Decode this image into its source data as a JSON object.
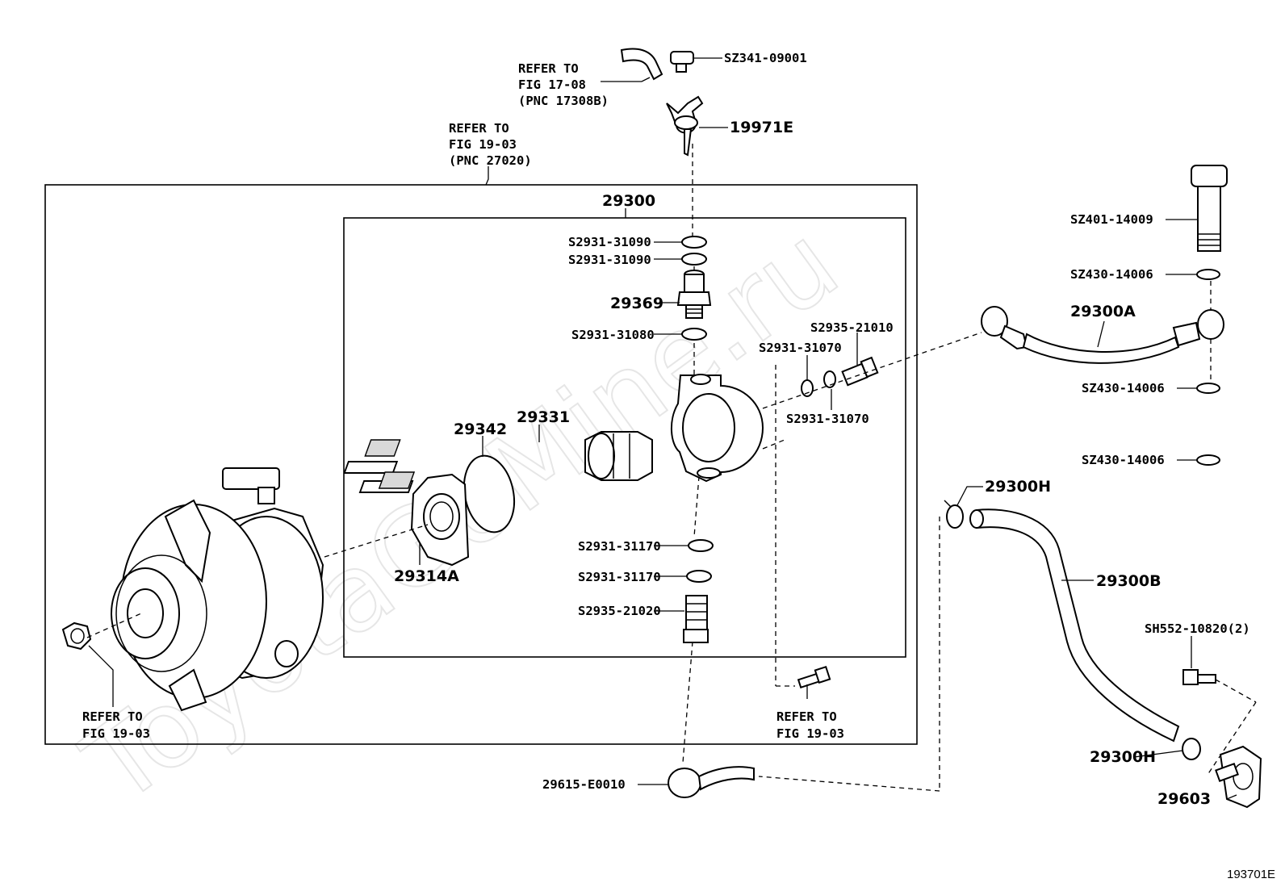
{
  "watermark": "ToyotaGoMine.ru",
  "figure_code": "193701E",
  "labels": {
    "sz341_09001": "SZ341-09001",
    "refer_17_08": [
      "REFER TO",
      "FIG 17-08",
      "(PNC 17308B)"
    ],
    "p19971e": "19971E",
    "refer_19_03_pnc": [
      "REFER TO",
      "FIG 19-03",
      "(PNC 27020)"
    ],
    "p29300": "29300",
    "s2931_31090_a": "S2931-31090",
    "s2931_31090_b": "S2931-31090",
    "p29369": "29369",
    "s2931_31080": "S2931-31080",
    "s2935_21010": "S2935-21010",
    "s2931_31070_a": "S2931-31070",
    "s2931_31070_b": "S2931-31070",
    "p29342": "29342",
    "p29331": "29331",
    "p29314a": "29314A",
    "s2931_31170_a": "S2931-31170",
    "s2931_31170_b": "S2931-31170",
    "s2935_21020": "S2935-21020",
    "refer_19_03_left": [
      "REFER TO",
      "FIG 19-03"
    ],
    "refer_19_03_mid": [
      "REFER TO",
      "FIG 19-03"
    ],
    "p29615_e0010": "29615-E0010",
    "sz401_14009": "SZ401-14009",
    "sz430_14006_a": "SZ430-14006",
    "p29300a": "29300A",
    "sz430_14006_b": "SZ430-14006",
    "sz430_14006_c": "SZ430-14006",
    "p29300h_a": "29300H",
    "p29300b": "29300B",
    "sh552_10820": "SH552-10820(2)",
    "p29300h_b": "29300H",
    "p29603": "29603"
  }
}
